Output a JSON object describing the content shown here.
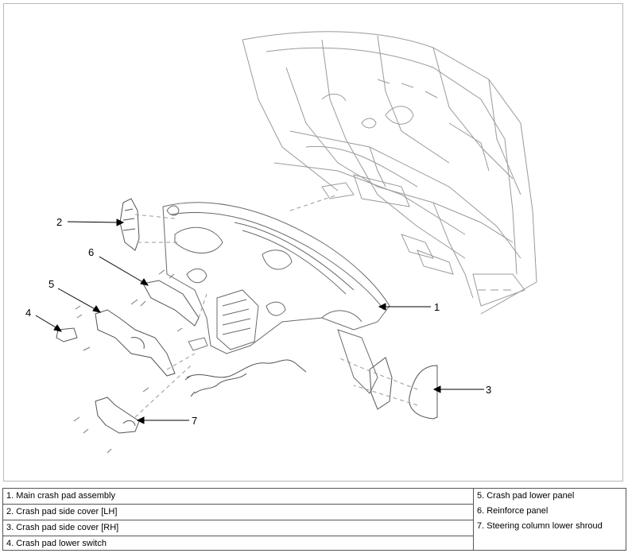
{
  "callouts": [
    "2",
    "6",
    "5",
    "4",
    "1",
    "3",
    "7"
  ],
  "legend": {
    "left": [
      "1. Main crash pad assembly",
      "2. Crash pad side cover [LH]",
      "3. Crash pad side cover [RH]",
      "4. Crash pad lower switch"
    ],
    "right": [
      "5. Crash pad lower panel",
      "6. Reinforce panel",
      "7. Steering column lower shroud"
    ]
  }
}
